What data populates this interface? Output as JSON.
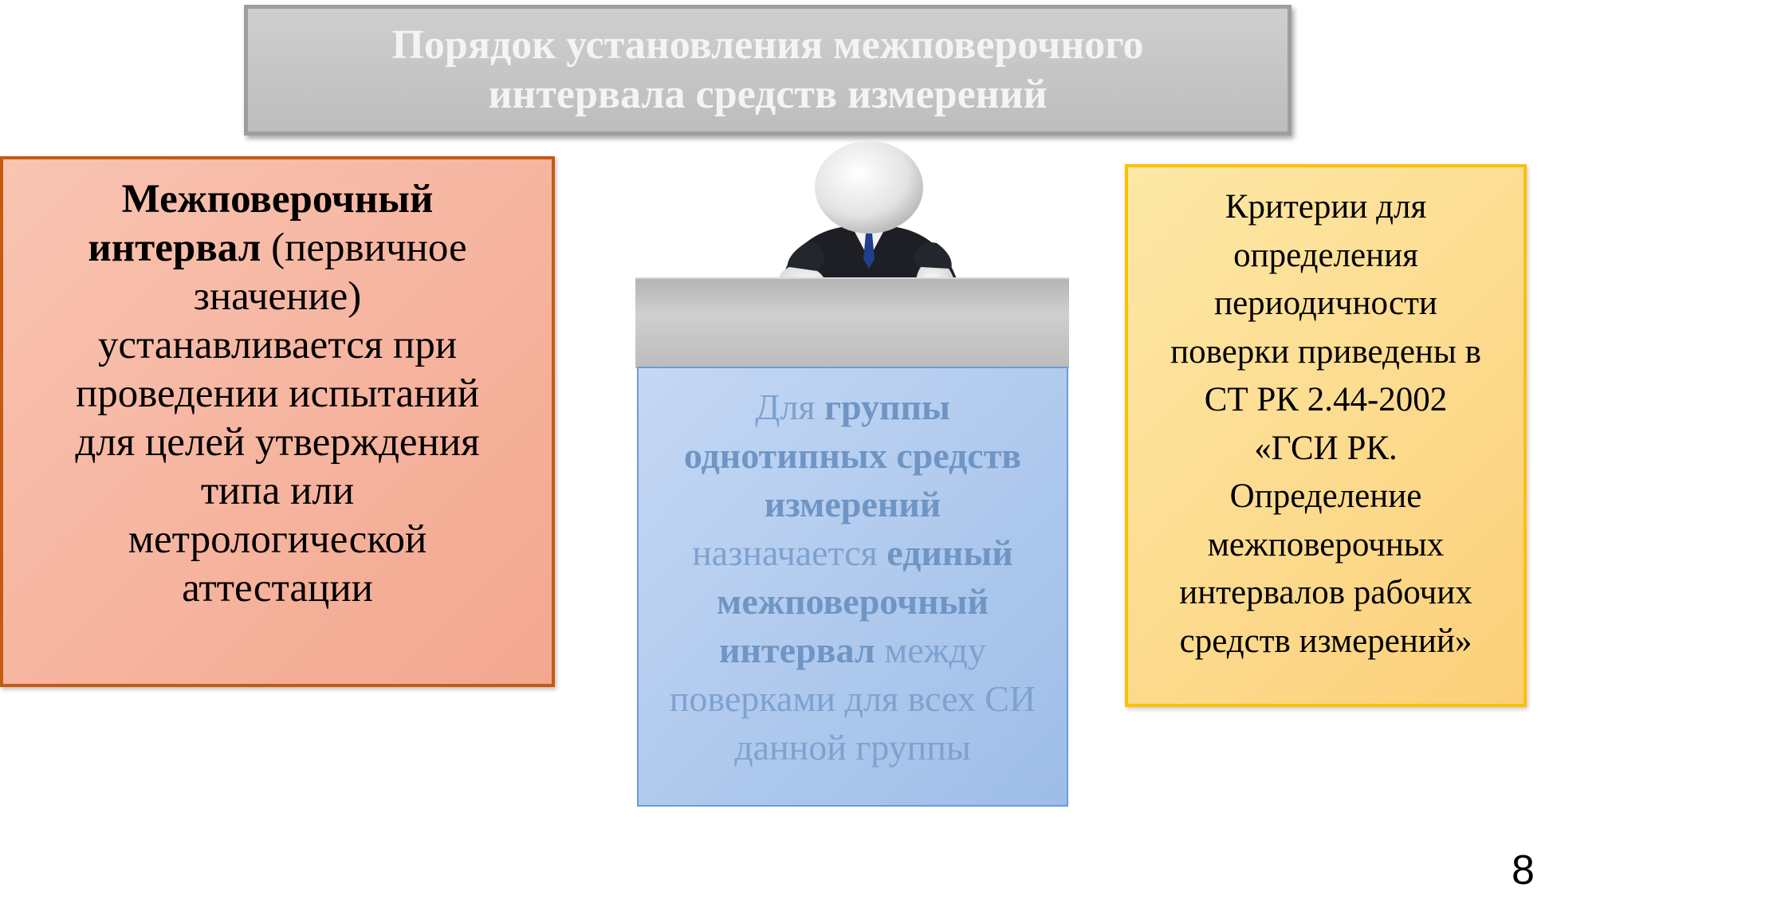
{
  "title": {
    "line1": "Порядок установления межповерочного",
    "line2": "интервала средств измерений"
  },
  "left_box": {
    "bold_term_line1": "Межповерочный",
    "bold_term_line2": "интервал",
    "rest_line2": " (первичное",
    "line3": "значение)",
    "line4": "устанавливается при",
    "line5": "проведении испытаний",
    "line6": "для целей утверждения",
    "line7": "типа или",
    "line8": "метрологической",
    "line9": "аттестации"
  },
  "center_box": {
    "t1": "Для ",
    "b1": "группы",
    "b2": "однотипных средств",
    "b3": "измерений",
    "t2": "назначается ",
    "b4": "единый",
    "b5": "межповерочный",
    "b6": "интервал",
    "t3": " между",
    "t4": "поверками для всех СИ",
    "t5": "данной группы"
  },
  "right_box": {
    "line1": "Критерии для",
    "line2": "определения",
    "line3": "периодичности",
    "line4": "поверки приведены в",
    "line5": "СТ РК 2.44-2002",
    "line6": "«ГСИ РК.",
    "line7": "Определение",
    "line8": "межповерочных",
    "line9": "интервалов рабочих",
    "line10": "средств измерений»"
  },
  "page_number": "8",
  "colors": {
    "title_bg": "#c6c6c6",
    "left_bg": "#f6b49f",
    "left_border": "#c55a11",
    "right_bg": "#fcdc8f",
    "right_border": "#ffc000",
    "center_bg": "#b1caee",
    "center_text": "#7ea2cf"
  },
  "illustration": "3d-man-behind-counter-pointing"
}
